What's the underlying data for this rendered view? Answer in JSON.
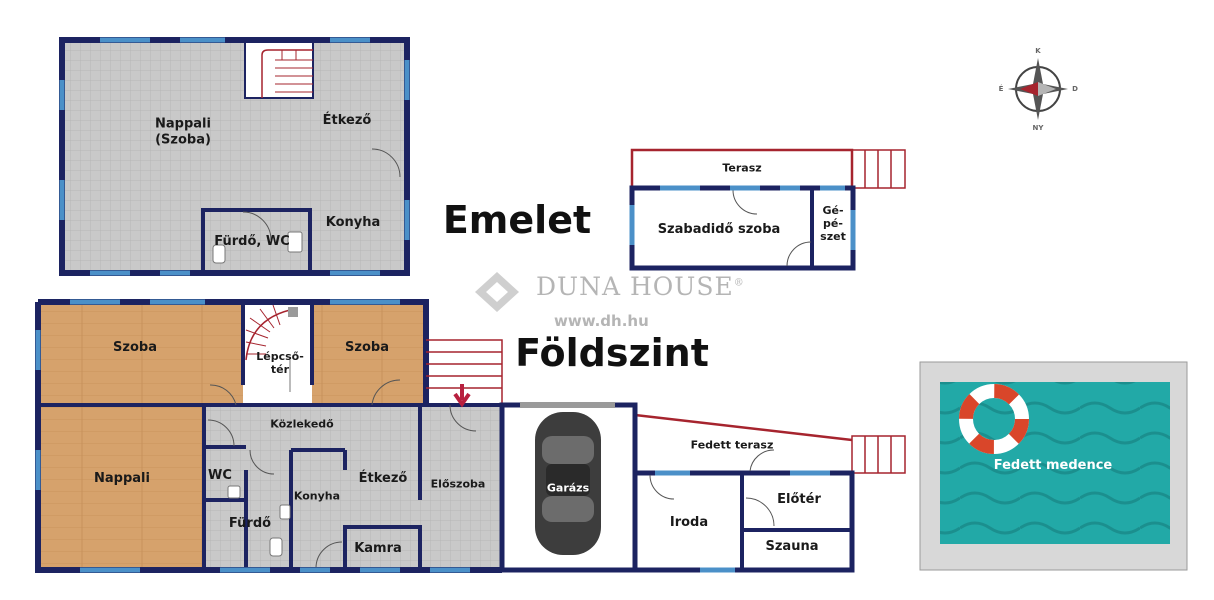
{
  "floors": {
    "upper_title": "Emelet",
    "ground_title": "Földszint"
  },
  "rooms_upper": {
    "nappali_line1": "Nappali",
    "nappali_line2": "(Szoba)",
    "etkezo": "Étkező",
    "konyha": "Konyha",
    "furdo_wc": "Fürdő, WC",
    "terasz": "Terasz",
    "szabadido_szoba": "Szabadidő szoba",
    "gepeszet_line1": "Gé-",
    "gepeszet_line2": "pé-",
    "gepeszet_line3": "szet"
  },
  "rooms_ground": {
    "szoba_left": "Szoba",
    "lepcsoter_line1": "Lépcső-",
    "lepcsoter_line2": "tér",
    "szoba_right": "Szoba",
    "kozlekedo": "Közlekedő",
    "nappali": "Nappali",
    "wc": "WC",
    "etkezo": "Étkező",
    "konyha": "Konyha",
    "furdo": "Fürdő",
    "kamra": "Kamra",
    "eloszoba": "Előszoba",
    "garazs": "Garázs",
    "fedett_terasz": "Fedett terasz",
    "iroda": "Iroda",
    "eloter": "Előtér",
    "szauna": "Szauna",
    "fedett_medence": "Fedett medence"
  },
  "watermark": {
    "brand": "DUNA HOUSE",
    "registered": "®",
    "url": "www.dh.hu"
  },
  "compass": {
    "north": "K",
    "south": "NY",
    "west": "É",
    "east": "D"
  },
  "colors": {
    "wall": "#1c2361",
    "window": "#4b90c8",
    "tile": "#cbcbcb",
    "wood": "#d4a06a",
    "terrace_outline": "#a6242e",
    "pool_water": "#23a8a6",
    "entry_arrow": "#b8203f"
  }
}
